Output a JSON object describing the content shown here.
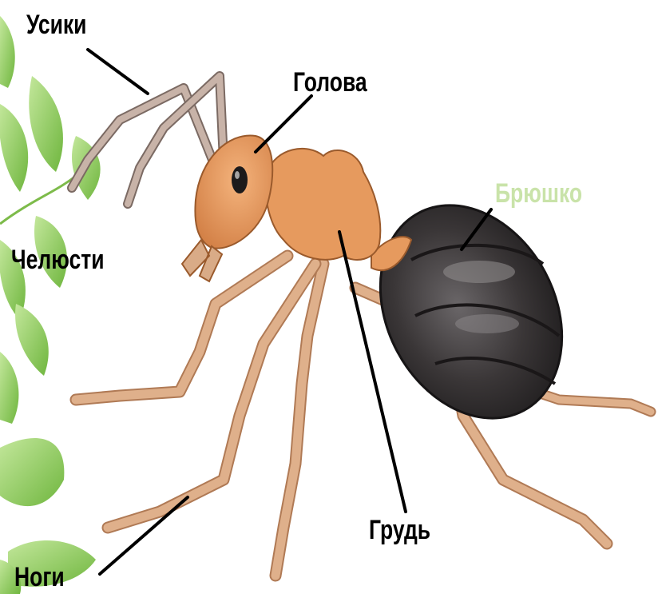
{
  "labels": {
    "antennae": "Усики",
    "head": "Голова",
    "abdomen": "Брюшко",
    "mandibles": "Челюсти",
    "thorax": "Грудь",
    "legs": "Ноги"
  },
  "colors": {
    "background": "#ffffff",
    "label": "#000000",
    "label_faint": "#c9e3a9",
    "body_orange": "#e69a5e",
    "body_outline": "#9a5a2c",
    "abdomen_dark": "#2d2a2b",
    "leg": "#d9ab87",
    "leaf": "#8fcc5a"
  },
  "icons": {
    "leaves": "leaf-branch",
    "insect": "ant"
  }
}
